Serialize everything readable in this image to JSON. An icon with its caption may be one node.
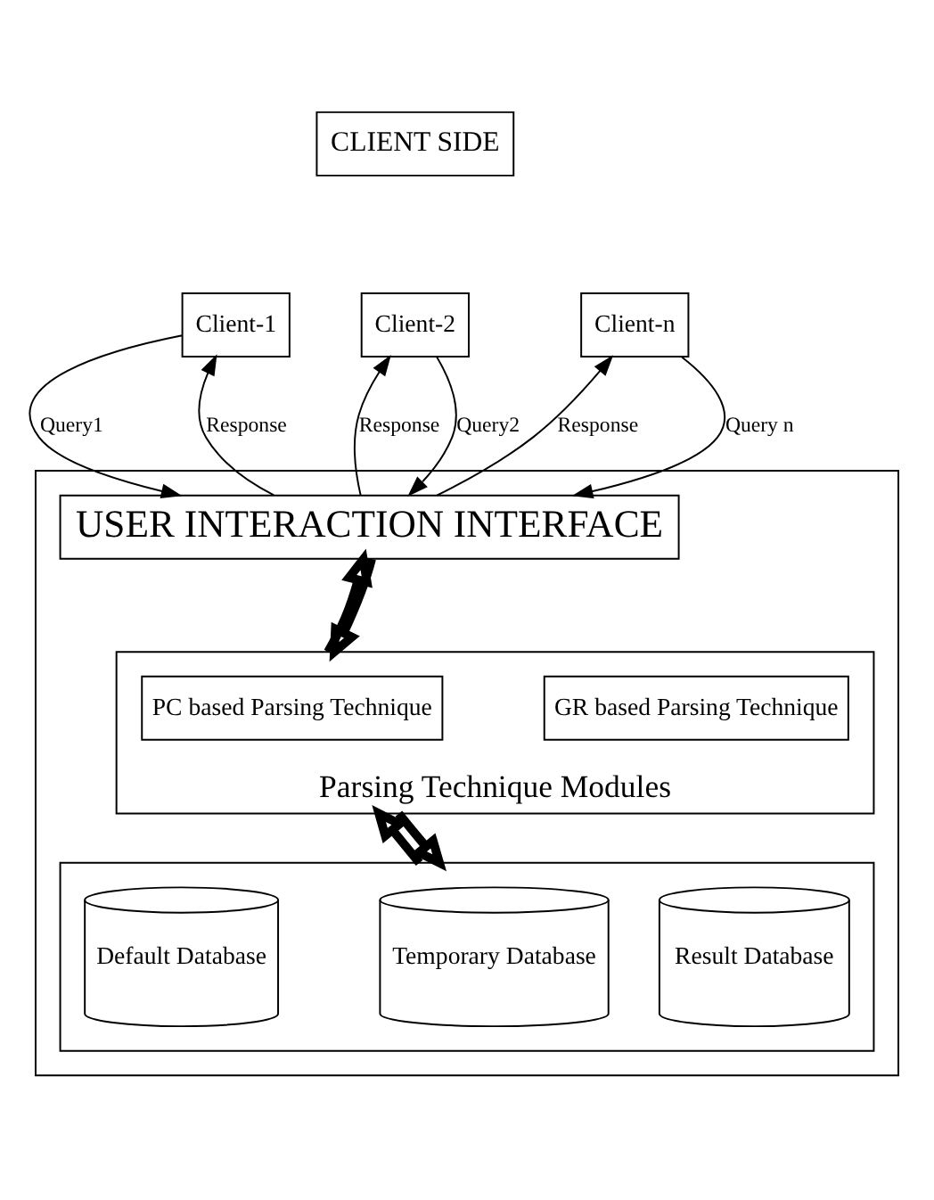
{
  "diagram": {
    "nodes": [
      {
        "text": [
          "CLIENT SIDE"
        ]
      },
      {
        "text": [
          "Client-1"
        ]
      },
      {
        "text": [
          "Client-2"
        ]
      },
      {
        "text": [
          "Client-n"
        ]
      },
      {
        "text": [],
        "shape": "box"
      },
      {
        "text": [
          "USER INTERACTION INTERFACE"
        ],
        "in": 4
      },
      {
        "text": [
          "Parsing Technique Modules"
        ],
        "in": 4
      },
      {
        "text": [
          "PC based Parsing Technique"
        ],
        "in": 6
      },
      {
        "text": [
          "GR based Parsing Technique"
        ],
        "in": 6
      },
      {
        "text": [],
        "shape": "box",
        "in": 4
      },
      {
        "text": [
          "Temporary Database"
        ],
        "in": 9
      },
      {
        "text": [
          "Default Database"
        ],
        "in": 9
      },
      {
        "text": [
          "Result Database"
        ],
        "in": 9
      }
    ],
    "edges": [
      {
        "from": 1,
        "to": 5,
        "arrow": "to",
        "label": "Query1"
      },
      {
        "from": 5,
        "to": 1,
        "arrow": "to",
        "label": "Response"
      },
      {
        "from": 2,
        "to": 5,
        "arrow": "to",
        "label": "Query2"
      },
      {
        "from": 5,
        "to": 2,
        "arrow": "to",
        "label": "Response"
      },
      {
        "from": 3,
        "to": 5,
        "arrow": "to",
        "label": "Query n"
      },
      {
        "from": 5,
        "to": 3,
        "arrow": "to",
        "label": "Response"
      },
      {
        "from": 5,
        "to": 6,
        "arrow": "to",
        "style": "thick"
      },
      {
        "from": 6,
        "to": 5,
        "arrow": "to",
        "style": "thick"
      },
      {
        "from": 6,
        "to": 9,
        "arrow": "to",
        "style": "thick"
      },
      {
        "from": 9,
        "to": 6,
        "arrow": "to",
        "style": "thick"
      }
    ]
  }
}
